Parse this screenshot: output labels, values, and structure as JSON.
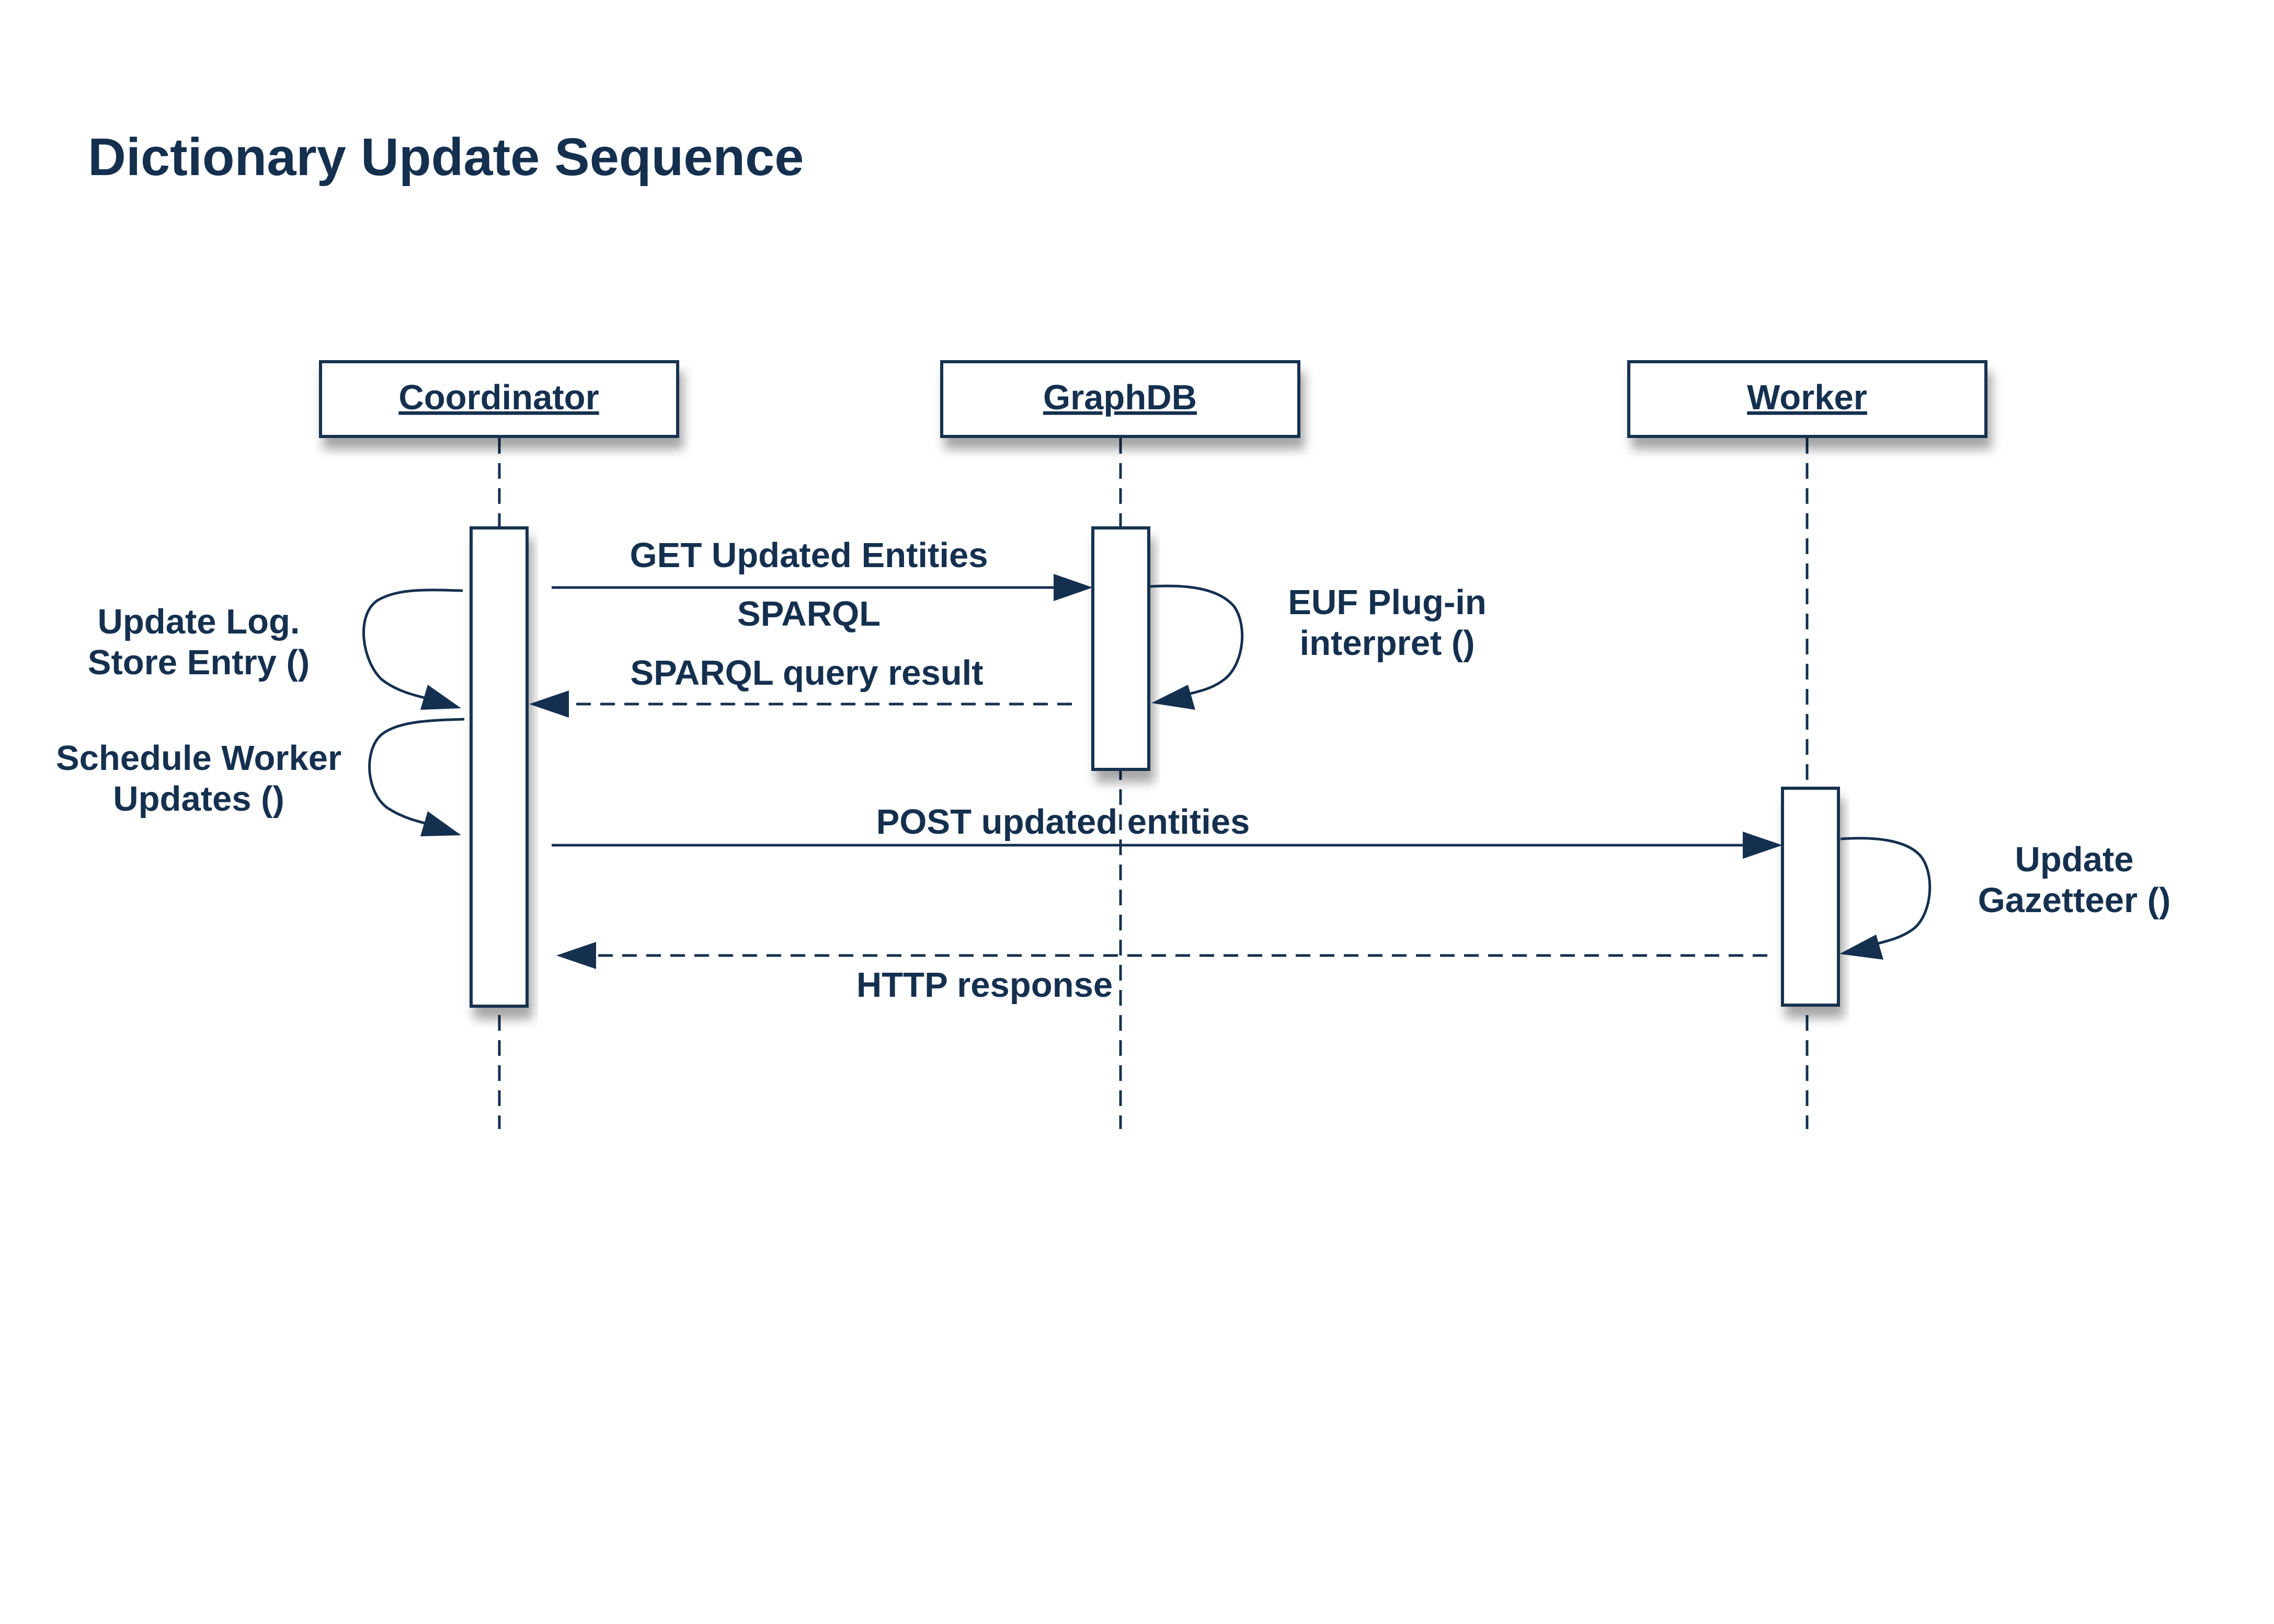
{
  "title": "Dictionary Update Sequence",
  "participants": [
    {
      "name": "Coordinator"
    },
    {
      "name": "GraphDB"
    },
    {
      "name": "Worker"
    }
  ],
  "messages": {
    "get_updated_entities": "GET Updated Entities",
    "sparql": "SPARQL",
    "sparql_query_result": "SPARQL query result",
    "post_updated_entities": "POST updated entities",
    "http_response": "HTTP response"
  },
  "self_calls": {
    "update_log_line1": "Update Log.",
    "update_log_line2": "Store Entry ()",
    "schedule_worker_line1": "Schedule Worker",
    "schedule_worker_line2": "Updates ()",
    "euf_plugin_line1": "EUF Plug-in",
    "euf_plugin_line2": "interpret ()",
    "update_gazetteer_line1": "Update",
    "update_gazetteer_line2": "Gazetteer ()"
  },
  "colors": {
    "ink": "#15304f",
    "background": "#ffffff"
  }
}
